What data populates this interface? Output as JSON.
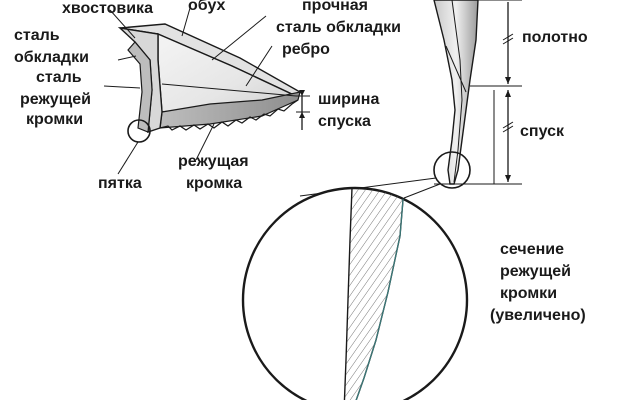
{
  "labels": {
    "tang_steel": "хвостовика",
    "spine": "обух",
    "clad_steel_1": "сталь",
    "clad_steel_2": "обкладки",
    "strong_1": "прочная",
    "strong_2": "сталь обкладки",
    "rib": "ребро",
    "edge_steel_1": "сталь",
    "edge_steel_2": "режущей",
    "edge_steel_3": "кромки",
    "bevel_width_1": "ширина",
    "bevel_width_2": "спуска",
    "heel": "пятка",
    "cutting_edge_1": "режущая",
    "cutting_edge_2": "кромка",
    "blade_body": "полотно",
    "bevel": "спуск",
    "section_1": "сечение",
    "section_2": "режущей",
    "section_3": "кромки",
    "section_4": "(увеличено)"
  }
}
